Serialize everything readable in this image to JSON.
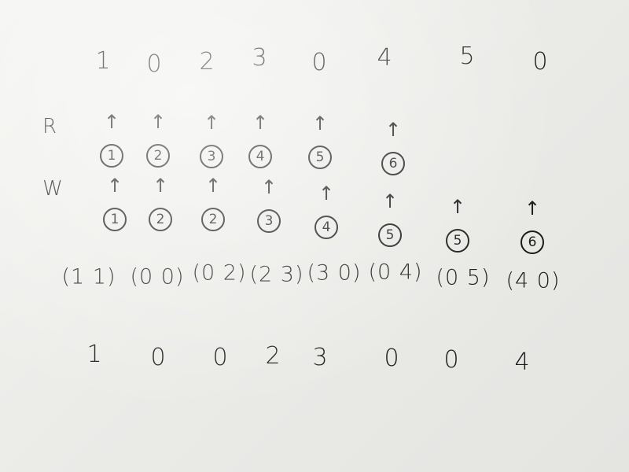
{
  "top_sequence": [
    "1",
    "0",
    "2",
    "3",
    "0",
    "4",
    "5",
    "0"
  ],
  "read_label": "R",
  "write_label": "W",
  "read_pointers": [
    "1",
    "2",
    "3",
    "4",
    "5",
    "6"
  ],
  "write_pointers": [
    "1",
    "2",
    "2",
    "3",
    "4",
    "5",
    "5",
    "6"
  ],
  "pairs": [
    "(1 1)",
    "(0 0)",
    "(0 2)",
    "(2 3)",
    "(3 0)",
    "(0 4)",
    "(0 5)",
    "(4 0)"
  ],
  "bottom_sequence": [
    "1",
    "0",
    "0",
    "2",
    "3",
    "0",
    "0",
    "4"
  ]
}
